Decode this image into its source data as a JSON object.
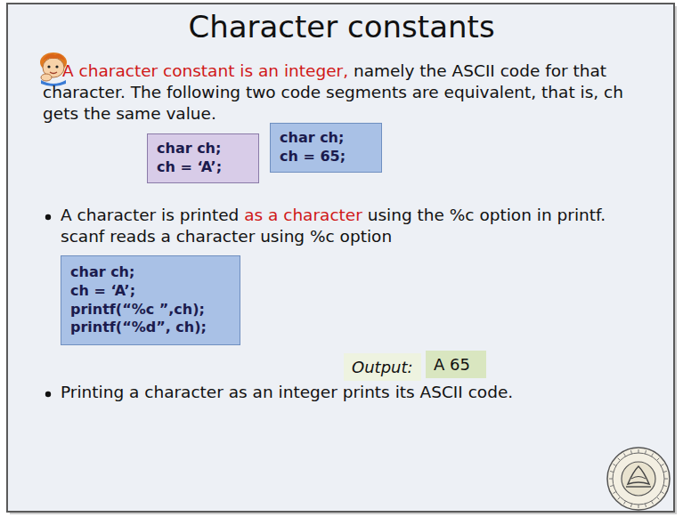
{
  "diagram": {
    "title": "Character constants",
    "nodes": [
      {
        "text": [
          "char ch;",
          "ch = ‘A’;"
        ]
      },
      {
        "text": [
          "char ch;",
          "ch = 65;"
        ]
      },
      {
        "text": [
          "char ch;",
          "ch = ‘A’;",
          "printf(“%c ”,ch);",
          "printf(“%d”, ch);"
        ]
      },
      {
        "text": [
          "Output:"
        ]
      },
      {
        "text": [
          "A 65"
        ]
      }
    ],
    "labels": [
      "A character constant is an integer,",
      "namely the ASCII code for that character. The following two code segments are equivalent, that is, ch gets the same value.",
      "A character is printed",
      "as a character",
      "using the %c option in printf. scanf reads a character using %c option",
      "Printing a character as an integer prints its ASCII code."
    ]
  }
}
